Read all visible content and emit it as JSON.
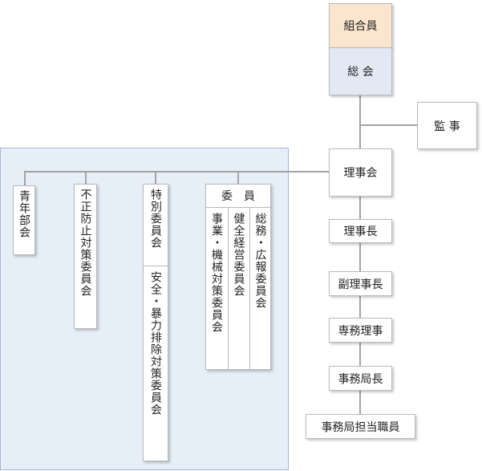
{
  "nodes": {
    "kumiaiin": "組合員",
    "sokai": "総 会",
    "kanji": "監 事",
    "rijikai": "理事会",
    "rijicho": "理事長",
    "fukurijicho": "副理事長",
    "senmuriji": "専務理事",
    "jimukyokucho": "事務局長",
    "tanto": "事務局担当職員",
    "seinenbu": "青年部会",
    "fusei": "不正防止対策委員会",
    "tokubetsu": "特別委員会",
    "anzen": "安全・暴力排除対策委員会",
    "iin": "委　員",
    "somu": "総務・広報委員会",
    "kenzen": "健全経営委員会",
    "jigyo": "事業・機械対策委員会"
  },
  "colors": {
    "kumiaiin_fill": "#fbe5cc",
    "sokai_fill": "#e2e9f4",
    "panel_fill": "#e6eef8",
    "line": "#a3a3a3"
  }
}
